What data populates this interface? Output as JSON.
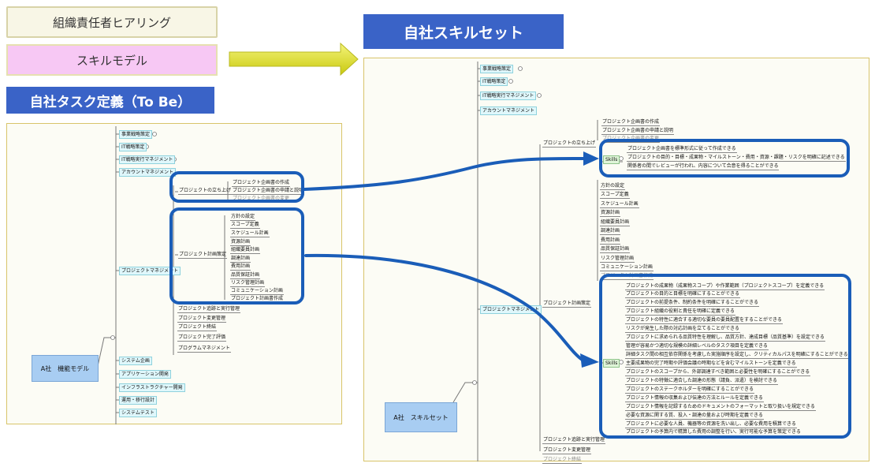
{
  "header": {
    "hearing_label": "組織責任者ヒアリング",
    "skill_model_label": "スキルモデル",
    "task_def_label": "自社タスク定義（To Be）",
    "own_skill_set_label": "自社スキルセット"
  },
  "left_map": {
    "root": "A社　機能モデル",
    "top_nodes": [
      "事業戦略策定",
      "IT戦略策定",
      "IT戦略実行マネジメント",
      "アカウントマネジメント"
    ],
    "pm_node": "プロジェクトマネジメント",
    "launch_node": "プロジェクトの立ち上げ",
    "launch_children": [
      "プロジェクト企画書の作成",
      "プロジェクト企画書の申請と説明",
      "プロジェクト企画書の変更"
    ],
    "plan_node": "プロジェクト計画策定",
    "plan_children": [
      "方針の設定",
      "スコープ定義",
      "スケジュール計画",
      "資源計画",
      "組織要員計画",
      "調達計画",
      "費用計画",
      "品質保証計画",
      "リスク管理計画",
      "コミュニケーション計画",
      "プロジェクト計画書作成"
    ],
    "after_plan": [
      "プロジェクト追跡と実行管理",
      "プロジェクト変更管理",
      "プロジェクト終結",
      "プロジェクト完了評価",
      "プログラムマネジメント"
    ],
    "bottom_nodes": [
      "システム企画",
      "アプリケーション開発",
      "インフラストラクチャー開発",
      "運用・移行設計",
      "システムテスト"
    ]
  },
  "right_map": {
    "root": "A社　スキルセット",
    "top_nodes": [
      "事業戦略策定",
      "IT戦略策定",
      "IT戦略実行マネジメント",
      "アカウントマネジメント"
    ],
    "pm_node": "プロジェクトマネジメント",
    "launch_node": "プロジェクトの立ち上げ",
    "launch_children": [
      "プロジェクト企画書の作成",
      "プロジェクト企画書の申請と説明",
      "プロジェクト企画書の変更"
    ],
    "skills_label": "Skills",
    "launch_skills": [
      "プロジェクト企画書を標準形式に従って作成できる",
      "プロジェクトの目的・目標・成果物・マイルストーン・費用・資源・課題・リスクを明確に記述できる",
      "関係者の間でレビューが行われ、内容について合意を得ることができる"
    ],
    "plan_node": "プロジェクト計画策定",
    "plan_children": [
      "方針の設定",
      "スコープ定義",
      "スケジュール計画",
      "資源計画",
      "組織要員計画",
      "調達計画",
      "費用計画",
      "品質保証計画",
      "リスク管理計画",
      "コミュニケーション計画",
      "プロジェクト計画書作成"
    ],
    "plan_skills": [
      "プロジェクトの成果物（成果物スコープ）や作業範囲（プロジェクトスコープ）を定義できる",
      "プロジェクトの目的と目標を明確にすることができる",
      "プロジェクトの前提条件、制約条件を明確にすることができる",
      "プロジェクト組織の役割と責任を明確に定義できる",
      "プロジェクトの特性に適合する適切な要員の要員配置をすることができる",
      "リスクが発生した際の対応計画を立てることができる",
      "プロジェクトに求められる品質特性を理解し、品質方針、達成目標（品質基準）を設定できる",
      "管理が容易かつ適切な規模の詳細レベルのタスク項目を定義できる",
      "詳細タスク間の相互依存関係を考慮した実施順序を設定し、クリティカルパスを明確にすることができる",
      "主要成果物の完了時期や評価会議の時期などを含むマイルストーンを定義できる",
      "プロジェクトのスコープから、外部調達すべき範囲と必要性を明確にすることができる",
      "プロジェクトの特徴に適合した調達の形態（請負、派遣）を検討できる",
      "プロジェクトのステークホルダーを明確にすることができる",
      "プロジェクト情報の収集および伝達の方法とルールを定義できる",
      "プロジェクト情報を記録するためのドキュメントのフォーマットと取り扱いを規定できる",
      "必要な資源に関する質、投入・調達の量および時期を定義できる",
      "プロジェクトに必要な人員、機器等の資源を洗い出し、必要な費用を積算できる",
      "プロジェクトの予算内で精算した費用の調整を行い、実行可能な予算を策定できる"
    ],
    "after_plan": [
      "プロジェクト追跡と実行管理",
      "プロジェクト変更管理",
      "プロジェクト終結"
    ]
  },
  "colors": {
    "accent_blue": "#3a63c7",
    "highlight_blue": "#1a5db8",
    "arrow_yellow": "#e6e61e",
    "skill_pink": "#f7c8f4"
  }
}
